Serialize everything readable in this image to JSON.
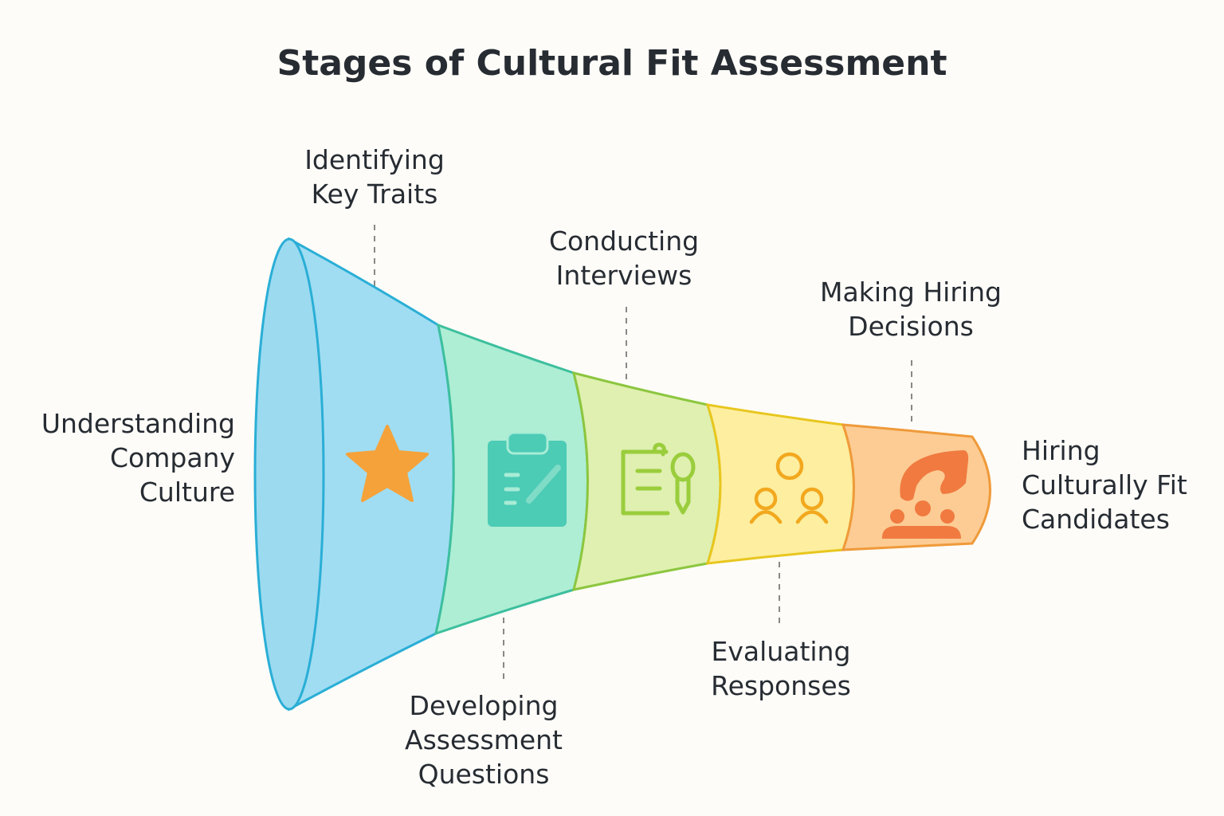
{
  "title": "Stages of Cultural Fit Assessment",
  "stages": [
    {
      "label": "Understanding\nCompany\nCulture",
      "icon": "funnel-opening",
      "fill": "#a0ddf2",
      "stroke": "#2aaed6"
    },
    {
      "label": "Identifying\nKey Traits",
      "icon": "star-icon",
      "fill": "#a0ddf2",
      "stroke": "#2aaed6"
    },
    {
      "label": "Developing\nAssessment\nQuestions",
      "icon": "clipboard-icon",
      "fill": "#aeeed4",
      "stroke": "#3dbf9e"
    },
    {
      "label": "Conducting\nInterviews",
      "icon": "notes-microphone-icon",
      "fill": "#dff0b0",
      "stroke": "#8cc63f"
    },
    {
      "label": "Evaluating\nResponses",
      "icon": "people-icon",
      "fill": "#fdeea0",
      "stroke": "#e8c61e"
    },
    {
      "label": "Making Hiring\nDecisions",
      "icon": "hand-team-icon",
      "fill": "#fccc94",
      "stroke": "#ef9a3a"
    },
    {
      "label": "Hiring\nCulturally Fit\nCandidates",
      "icon": "funnel-outlet",
      "fill": "#fccc94",
      "stroke": "#ef9a3a"
    }
  ]
}
